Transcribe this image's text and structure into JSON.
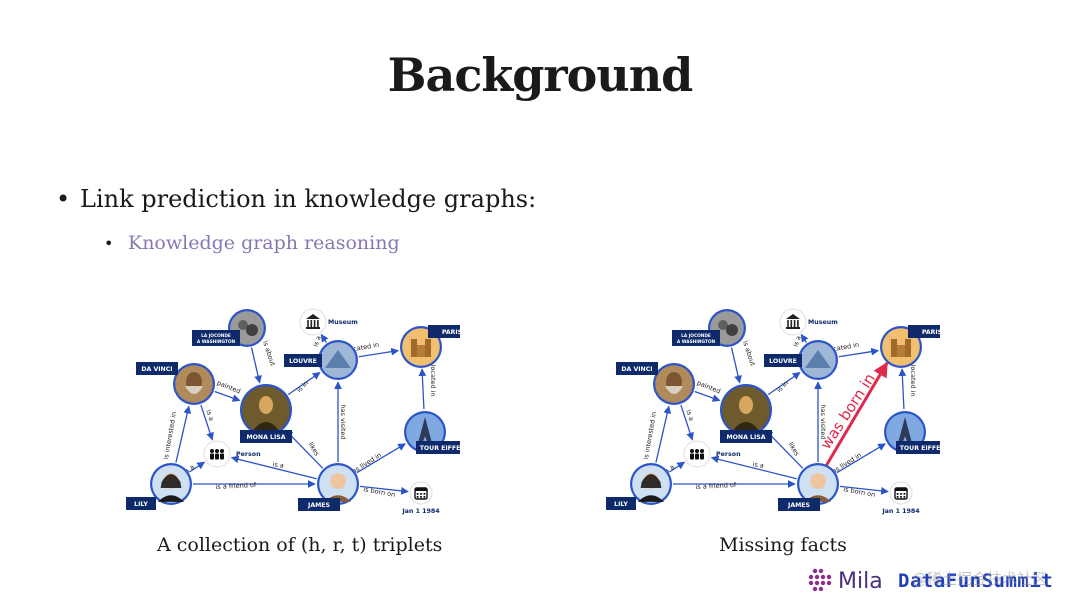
{
  "slide": {
    "title": "Background",
    "bullet1": "Link prediction in knowledge graphs:",
    "bullet2": "Knowledge graph reasoning",
    "bullet_symbol": "•"
  },
  "captions": {
    "left": "A collection of (h, r, t) triplets",
    "right": "Missing facts"
  },
  "graph": {
    "nodes": {
      "joconde": "LA JOCONDE A WASHINGTON",
      "museum": "Museum",
      "louvre": "LOUVRE",
      "paris": "PARIS",
      "davinci": "DA VINCI",
      "monalisa": "MONA LISA",
      "person": "Person",
      "toureiffel": "TOUR EIFFEL",
      "lily": "LILY",
      "james": "JAMES",
      "date": "Jan 1 1984"
    },
    "edges": {
      "is_a": "is a",
      "is_about": "is about",
      "is_located_in": "is located in",
      "painted": "painted",
      "is_in": "is in",
      "has_visited": "has visited",
      "likes": "likes",
      "is_interested_in": "is interested in",
      "has_lived_in": "has lived in",
      "is_a_friend_of": "is a friend of",
      "is_born_on": "is born on"
    },
    "missing_edge": "was born in"
  },
  "footer": {
    "mila": "Mila",
    "datafun": "DataFunSummit",
    "watermark": "@稀土掘金技术社区"
  },
  "colors": {
    "node_ring": "#2b54c9",
    "label_bg": "#0f2a6b",
    "edge": "#2b54c9",
    "missing_edge": "#e0294b",
    "subbullet": "#8877b6"
  }
}
